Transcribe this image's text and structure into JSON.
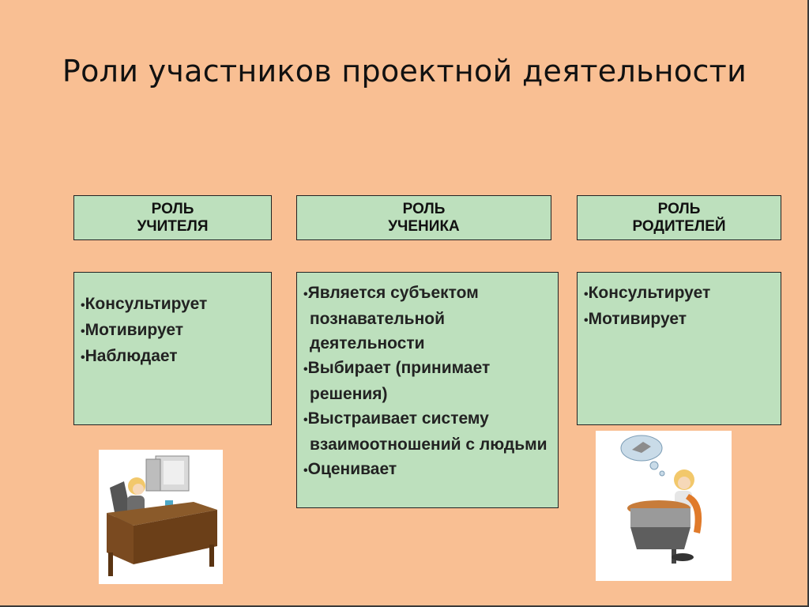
{
  "title": "Роли участников проектной деятельности",
  "roles": [
    {
      "heading_line1": "РОЛЬ",
      "heading_line2": "УЧИТЕЛЯ",
      "items": [
        "Консультирует",
        "Мотивирует",
        "Наблюдает"
      ]
    },
    {
      "heading_line1": "РОЛЬ",
      "heading_line2": "УЧЕНИКА",
      "items": [
        "Является субъектом познавательной деятельности",
        "Выбирает (принимает решения)",
        "Выстраивает систему взаимоотношений с людьми",
        "Оценивает"
      ]
    },
    {
      "heading_line1": "РОЛЬ",
      "heading_line2": "РОДИТЕЛЕЙ",
      "items": [
        "Консультирует",
        "Мотивирует"
      ]
    }
  ]
}
